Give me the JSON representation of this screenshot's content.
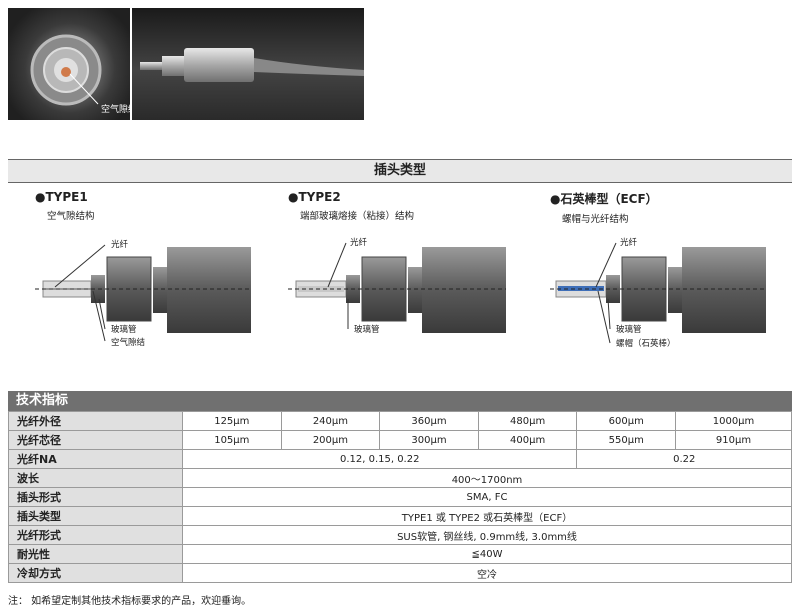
{
  "photos": {
    "air_gap_label": "空气隙结"
  },
  "plug_section": {
    "title": "插头类型"
  },
  "types": [
    {
      "bullet": "●",
      "title": "TYPE1",
      "desc": "空气隙结构",
      "labels": {
        "fiber": "光纤",
        "glass_tube": "玻璃管",
        "air_gap": "空气隙结"
      }
    },
    {
      "bullet": "●",
      "title": "TYPE2",
      "desc": "端部玻璃熔接（粘接）结构",
      "labels": {
        "fiber": "光纤",
        "glass_tube": "玻璃管"
      }
    },
    {
      "bullet": "●",
      "title": "石英棒型（ECF）",
      "desc": "螺帽与光纤结构",
      "labels": {
        "fiber": "光纤",
        "glass_tube": "玻璃管",
        "cap": "螺帽（石英棒）"
      }
    }
  ],
  "spec": {
    "title": "技术指标",
    "rows": [
      {
        "label": "光纤外径",
        "cells": [
          "125μm",
          "240μm",
          "360μm",
          "480μm",
          "600μm",
          "1000μm"
        ]
      },
      {
        "label": "光纤芯径",
        "cells": [
          "105μm",
          "200μm",
          "300μm",
          "400μm",
          "550μm",
          "910μm"
        ]
      },
      {
        "label": "光纤NA",
        "left": "0.12, 0.15, 0.22",
        "right": "0.22"
      },
      {
        "label": "波长",
        "value": "400～1700nm"
      },
      {
        "label": "插头形式",
        "value": "SMA, FC"
      },
      {
        "label": "插头类型",
        "value": "TYPE1 或 TYPE2 或石英棒型（ECF）"
      },
      {
        "label": "光纤形式",
        "value": "SUS软管, 钢丝线, 0.9mm线, 3.0mm线"
      },
      {
        "label": "耐光性",
        "value": "≦40W"
      },
      {
        "label": "冷却方式",
        "value": "空冷"
      }
    ]
  },
  "note": "注：  如希望定制其他技术指标要求的产品，欢迎垂询。"
}
